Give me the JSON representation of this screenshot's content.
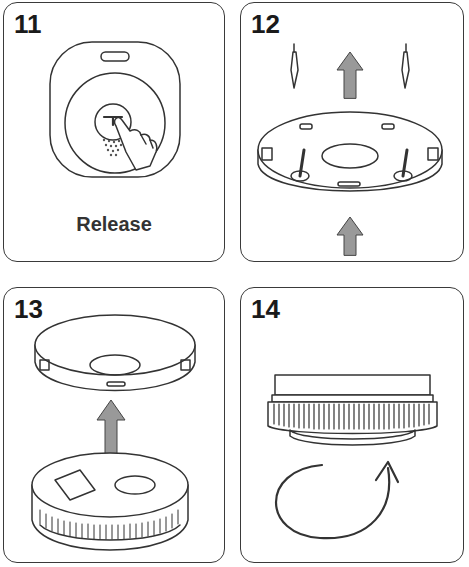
{
  "diagram": {
    "nodes": [
      {
        "text": [
          "11",
          "Release"
        ]
      },
      {
        "text": [
          "12"
        ]
      },
      {
        "text": [
          "13"
        ]
      },
      {
        "text": [
          "14"
        ]
      }
    ]
  }
}
